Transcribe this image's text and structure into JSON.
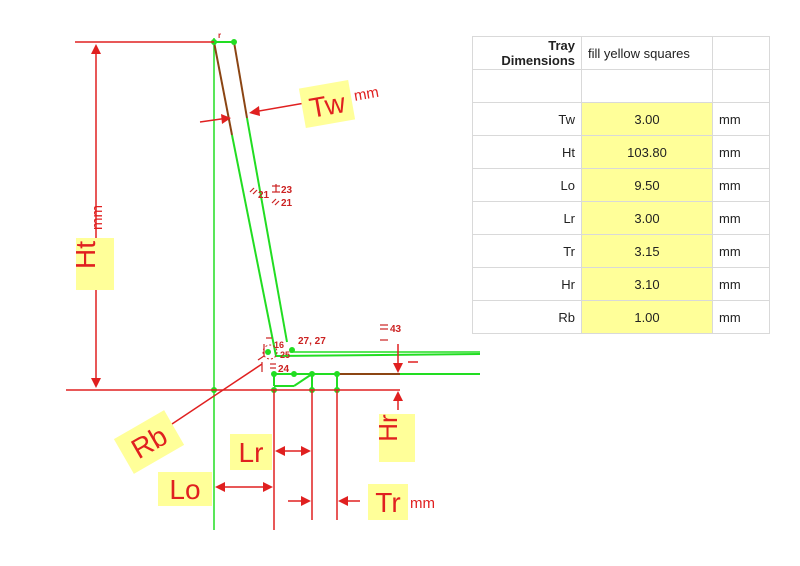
{
  "table": {
    "title": "Tray Dimensions",
    "subtitle": "fill yellow squares",
    "rows": [
      {
        "name": "Tw",
        "value": "3.00",
        "unit": "mm"
      },
      {
        "name": "Ht",
        "value": "103.80",
        "unit": "mm"
      },
      {
        "name": "Lo",
        "value": "9.50",
        "unit": "mm"
      },
      {
        "name": "Lr",
        "value": "3.00",
        "unit": "mm"
      },
      {
        "name": "Tr",
        "value": "3.15",
        "unit": "mm"
      },
      {
        "name": "Hr",
        "value": "3.10",
        "unit": "mm"
      },
      {
        "name": "Rb",
        "value": "1.00",
        "unit": "mm"
      }
    ]
  },
  "labels": {
    "tw": "Tw",
    "ht": "Ht",
    "lo": "Lo",
    "lr": "Lr",
    "tr": "Tr",
    "hr": "Hr",
    "rb": "Rb",
    "mm_tw": "mm",
    "mm_ht": "mm",
    "mm_tr": "mm"
  },
  "annotations": {
    "a_r": "r",
    "a_23": "23",
    "a_21a": "21",
    "a_21b": "21",
    "a_2727": "27, 27",
    "a_43": "43",
    "a_16": "16",
    "a_25": "25",
    "a_24": "24"
  },
  "colors": {
    "dimension": "#e02020",
    "profile": "#22dd22",
    "wall_edge": "#8b4513",
    "label_bg": "#ffff99",
    "annotation": "#cc2222"
  }
}
